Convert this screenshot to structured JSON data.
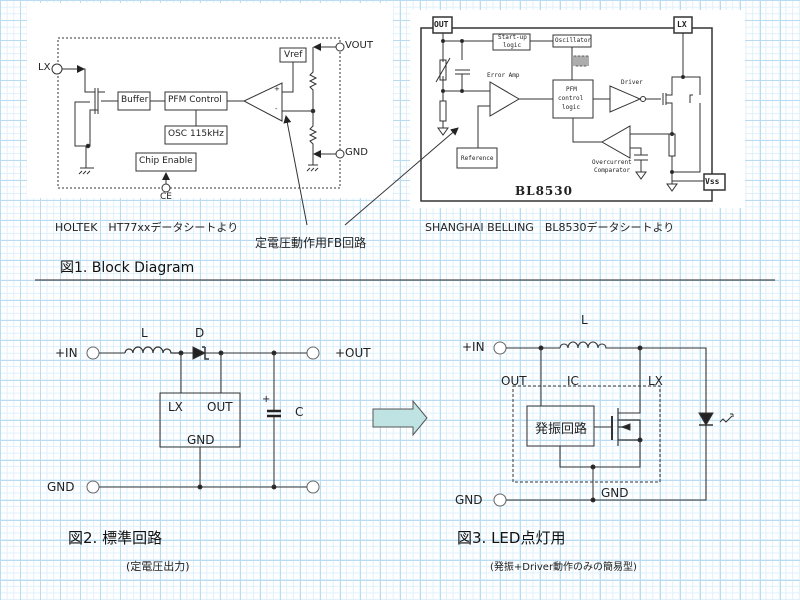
{
  "figure1": {
    "title": "図1. Block Diagram",
    "holtek": {
      "caption": "HOLTEK　HT77xxデータシートより",
      "pins": {
        "lx": "LX",
        "vout": "VOUT",
        "gnd": "GND",
        "ce": "CE"
      },
      "blocks": {
        "buffer": "Buffer",
        "pfm": "PFM Control",
        "osc": "OSC 115kHz",
        "chip_enable": "Chip Enable",
        "vref": "Vref"
      },
      "opamp_plus": "+",
      "opamp_minus": "-"
    },
    "bl8530": {
      "caption": "SHANGHAI BELLING　BL8530データシートより",
      "pins": {
        "out": "OUT",
        "lx": "LX",
        "vss": "Vss"
      },
      "blocks": {
        "startup": [
          "Start-up",
          "logic"
        ],
        "oscillator": "Oscillator",
        "error_amp": "Error Amp",
        "pfm_logic": [
          "PFM",
          "control",
          "logic"
        ],
        "driver": "Driver",
        "reference": "Reference",
        "overcurrent": [
          "Overcurrent",
          "Comparator"
        ]
      },
      "chip_name": "BL8530"
    },
    "fb_annotation": "定電圧動作用FB回路"
  },
  "figure2": {
    "title": "図2. 標準回路",
    "subtitle": "(定電圧出力)",
    "labels": {
      "in": "+IN",
      "out": "+OUT",
      "gnd": "GND",
      "inductor": "L",
      "diode": "D",
      "capacitor": "C",
      "cap_plus": "+",
      "ic_lx": "LX",
      "ic_out": "OUT",
      "ic_gnd": "GND"
    }
  },
  "figure3": {
    "title": "図3. LED点灯用",
    "subtitle": "(発振+Driver動作のみの簡易型)",
    "labels": {
      "in": "+IN",
      "gnd": "GND",
      "inductor": "L",
      "ic_out": "OUT",
      "ic": "IC",
      "ic_lx": "LX",
      "oscillator": "発振回路",
      "ic_gnd": "GND"
    }
  },
  "colors": {
    "arrow_fill": "#bfe3e3",
    "grid": "#b9dcf3"
  }
}
